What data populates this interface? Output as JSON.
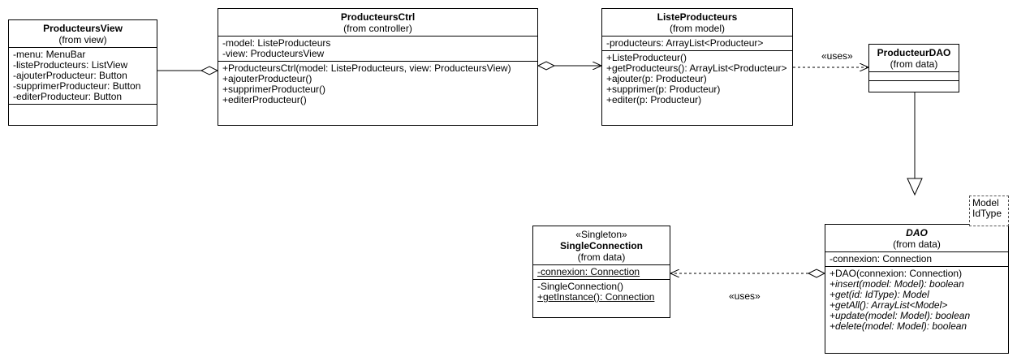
{
  "classes": {
    "producteurs_view": {
      "name": "ProducteursView",
      "package": "(from view)",
      "attributes": [
        "-menu: MenuBar",
        "-listeProducteurs: ListView",
        "-ajouterProducteur: Button",
        "-supprimerProducteur: Button",
        "-editerProducteur: Button"
      ]
    },
    "producteurs_ctrl": {
      "name": "ProducteursCtrl",
      "package": "(from controller)",
      "attributes": [
        "-model: ListeProducteurs",
        "-view: ProducteursView"
      ],
      "operations": [
        "+ProducteursCtrl(model: ListeProducteurs, view: ProducteursView)",
        "+ajouterProducteur()",
        "+supprimerProducteur()",
        "+editerProducteur()"
      ]
    },
    "liste_producteurs": {
      "name": "ListeProducteurs",
      "package": "(from model)",
      "attributes": [
        "-producteurs: ArrayList<Producteur>"
      ],
      "operations": [
        "+ListeProducteur()",
        "+getProducteurs(): ArrayList<Producteur>",
        "+ajouter(p: Producteur)",
        "+supprimer(p: Producteur)",
        "+editer(p: Producteur)"
      ]
    },
    "producteur_dao": {
      "name": "ProducteurDAO",
      "package": "(from data)"
    },
    "single_connection": {
      "stereotype": "«Singleton»",
      "name": "SingleConnection",
      "package": "(from data)",
      "attributes": [
        "-connexion: Connection"
      ],
      "operations": [
        "-SingleConnection()",
        "+getInstance(): Connection"
      ]
    },
    "dao": {
      "name": "DAO",
      "package": "(from data)",
      "template_params": [
        "Model",
        "IdType"
      ],
      "attributes": [
        "-connexion: Connection"
      ],
      "operations": [
        "+DAO(connexion: Connection)",
        "+insert(model: Model): boolean",
        "+get(id: IdType): Model",
        "+getAll(): ArrayList<Model>",
        "+update(model: Model): boolean",
        "+delete(model: Model): boolean"
      ]
    }
  },
  "relations": {
    "uses_top_label": "«uses»",
    "uses_bottom_label": "«uses»"
  }
}
